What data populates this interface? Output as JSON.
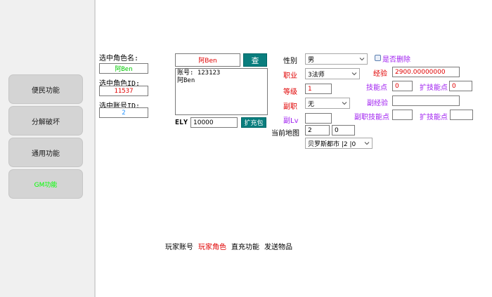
{
  "sidebar": {
    "items": [
      {
        "label": "便民功能"
      },
      {
        "label": "分解破坏"
      },
      {
        "label": "通用功能"
      },
      {
        "label": "GM功能"
      }
    ]
  },
  "selection": {
    "role_name_label": "选中角色名:",
    "role_name_value": "阿Ben",
    "role_id_label": "选中角色ID:",
    "role_id_value": "11537",
    "account_id_label": "选中账号ID:",
    "account_id_value": "2"
  },
  "search": {
    "input_value": "阿Ben",
    "button_label": "查",
    "result_text": "账号: 123123\n阿Ben",
    "ely_label": "ELY",
    "ely_value": "10000",
    "expand_button_label": "扩充包"
  },
  "form": {
    "gender_label": "性别",
    "gender_value": "男",
    "deleted_label": "是否删除",
    "job_label": "职业",
    "job_value": "3法师",
    "exp_label": "经验",
    "exp_value": "2900.00000000",
    "skill_points_label": "技能点",
    "skill_points_value": "0",
    "ext_skill_points_label": "扩技能点",
    "ext_skill_points_value": "0",
    "level_label": "等级",
    "level_value": "1",
    "subjob_label": "副职",
    "subjob_value": "无",
    "subexp_label": "副经验",
    "subexp_value": "",
    "sublv_label": "副Lv",
    "sublv_value": "",
    "subjob_skill_label": "副职技能点",
    "subjob_skill_value": "",
    "ext_skill_points2_label": "扩技能点",
    "ext_skill_points2_value": "",
    "current_map_label": "当前地图",
    "map_x": "2",
    "map_y": "0",
    "map_select": "贝罗斯都市 |2 |0"
  },
  "tabs": [
    {
      "label": "玩家账号"
    },
    {
      "label": "玩家角色"
    },
    {
      "label": "直充功能"
    },
    {
      "label": "发送物品"
    }
  ],
  "colors": {
    "active_nav_text": "#00ff00",
    "teal": "#0a7e7e",
    "red": "#e00000",
    "purple": "#a020f0",
    "id_blue": "#1e90ff"
  }
}
